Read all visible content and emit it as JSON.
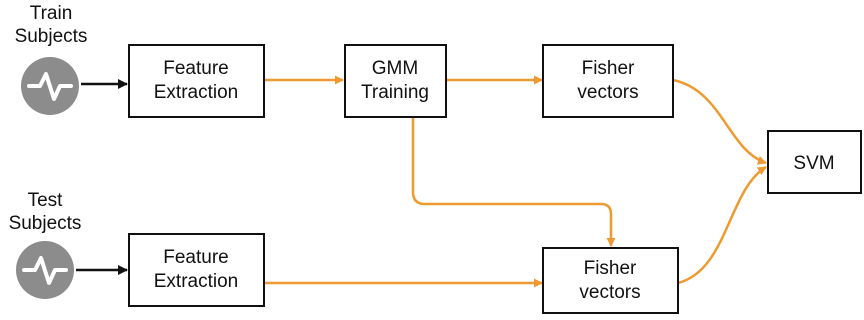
{
  "colors": {
    "flow_arrow": "#EE9A30",
    "input_arrow": "#111111",
    "signal_circle": "#8C8C8C",
    "signal_glyph": "#ffffff",
    "box_stroke": "#111111"
  },
  "subjects": {
    "train": {
      "line1": "Train",
      "line2": "Subjects",
      "icon": "signal-waveform-icon"
    },
    "test": {
      "line1": "Test",
      "line2": "Subjects",
      "icon": "signal-waveform-icon"
    }
  },
  "nodes": {
    "feature_extraction_train": {
      "line1": "Feature",
      "line2": "Extraction"
    },
    "gmm_training": {
      "line1": "GMM",
      "line2": "Training"
    },
    "fisher_vectors_train": {
      "line1": "Fisher",
      "line2": "vectors"
    },
    "svm": {
      "label": "SVM"
    },
    "feature_extraction_test": {
      "line1": "Feature",
      "line2": "Extraction"
    },
    "fisher_vectors_test": {
      "line1": "Fisher",
      "line2": "vectors"
    }
  }
}
